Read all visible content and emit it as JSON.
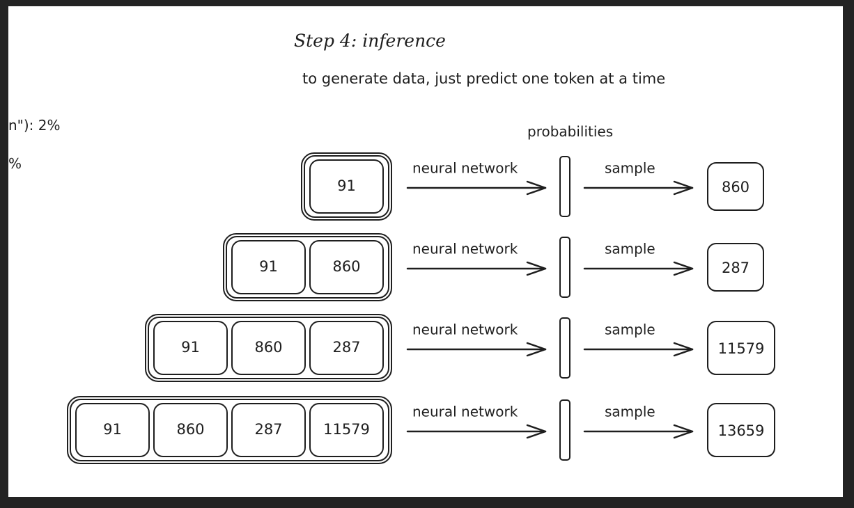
{
  "title": "Step 4: inference",
  "subtitle": "to generate data, just predict one token at a time",
  "probabilities_label": "probabilities",
  "cut_off_text": {
    "line1": "n\"): 2%",
    "line2": "%"
  },
  "rows": [
    {
      "tokens": [
        "91"
      ],
      "arrow1_label": "neural network",
      "arrow2_label": "sample",
      "output": "860"
    },
    {
      "tokens": [
        "91",
        "860"
      ],
      "arrow1_label": "neural network",
      "arrow2_label": "sample",
      "output": "287"
    },
    {
      "tokens": [
        "91",
        "860",
        "287"
      ],
      "arrow1_label": "neural network",
      "arrow2_label": "sample",
      "output": "11579"
    },
    {
      "tokens": [
        "91",
        "860",
        "287",
        "11579"
      ],
      "arrow1_label": "neural network",
      "arrow2_label": "sample",
      "output": "13659"
    }
  ]
}
